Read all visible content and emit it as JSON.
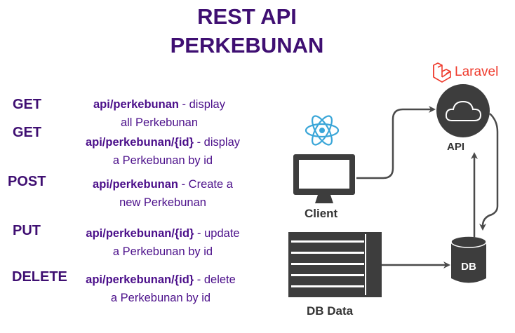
{
  "title": {
    "line1": "REST API",
    "line2": "PERKEBUNAN"
  },
  "endpoints": [
    {
      "method": "GET",
      "path": "api/perkebunan",
      "text1": " - display",
      "text2": "all Perkebunan"
    },
    {
      "method": "GET",
      "path": "api/perkebunan/{id}",
      "text1": " - display",
      "text2": "a Perkebunan by id"
    },
    {
      "method": "POST",
      "path": "api/perkebunan",
      "text1": " - Create a",
      "text2": "new Perkebunan"
    },
    {
      "method": "PUT",
      "path": "api/perkebunan/{id}",
      "text1": " - update",
      "text2": "a Perkebunan by id"
    },
    {
      "method": "DELETE",
      "path": "api/perkebunan/{id}",
      "text1": " - delete",
      "text2": "a Perkebunan by id"
    }
  ],
  "diagram": {
    "laravel": "Laravel",
    "api": "API",
    "client": "Client",
    "db": "DB",
    "db_data": "DB Data"
  },
  "colors": {
    "title": "#3f0f72",
    "text": "#4b0f8a",
    "node": "#3d3d3d",
    "arrow": "#4a4a4a",
    "laravel": "#ef3b2d",
    "react": "#3aa6d8"
  },
  "icons": [
    "laravel-logo",
    "react-logo",
    "cloud-icon",
    "monitor-icon",
    "database-icon",
    "server-rack-icon"
  ]
}
